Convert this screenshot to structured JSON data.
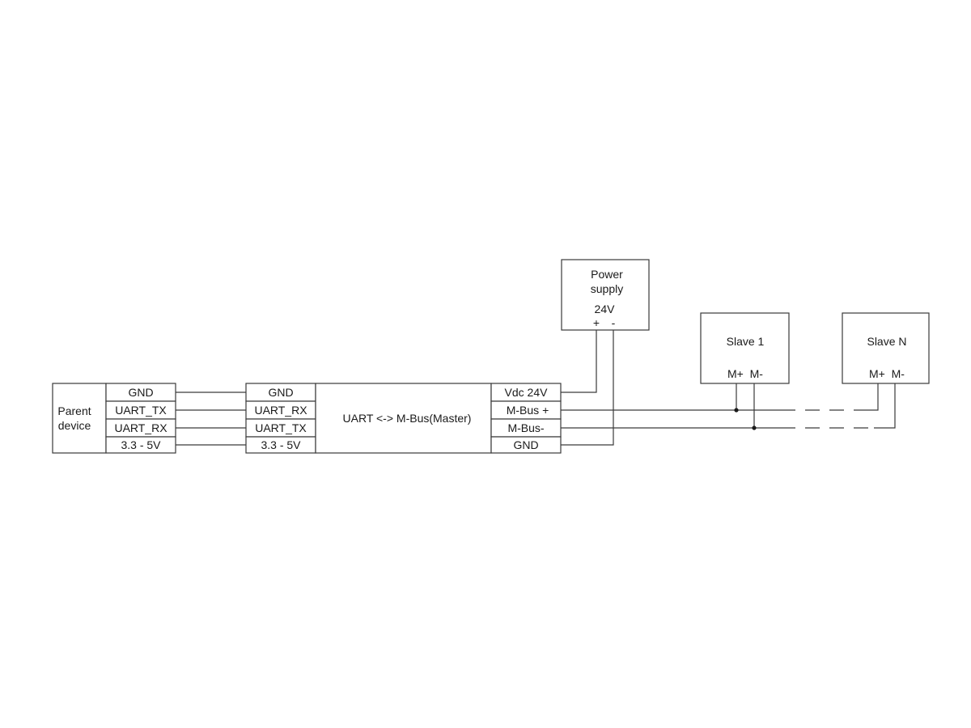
{
  "parent_device": {
    "label_line1": "Parent",
    "label_line2": "device",
    "pins": [
      "GND",
      "UART_TX",
      "UART_RX",
      "3.3 - 5V"
    ]
  },
  "converter": {
    "left_pins": [
      "GND",
      "UART_RX",
      "UART_TX",
      "3.3 - 5V"
    ],
    "label": "UART <-> M-Bus(Master)",
    "right_pins": [
      "Vdc 24V",
      "M-Bus +",
      "M-Bus-",
      "GND"
    ]
  },
  "power_supply": {
    "label_line1": "Power",
    "label_line2": "supply",
    "voltage": "24V",
    "plus": "+",
    "minus": "-"
  },
  "slaves": [
    {
      "label": "Slave 1",
      "terminals": "M+  M-"
    },
    {
      "label": "Slave N",
      "terminals": "M+  M-"
    }
  ]
}
